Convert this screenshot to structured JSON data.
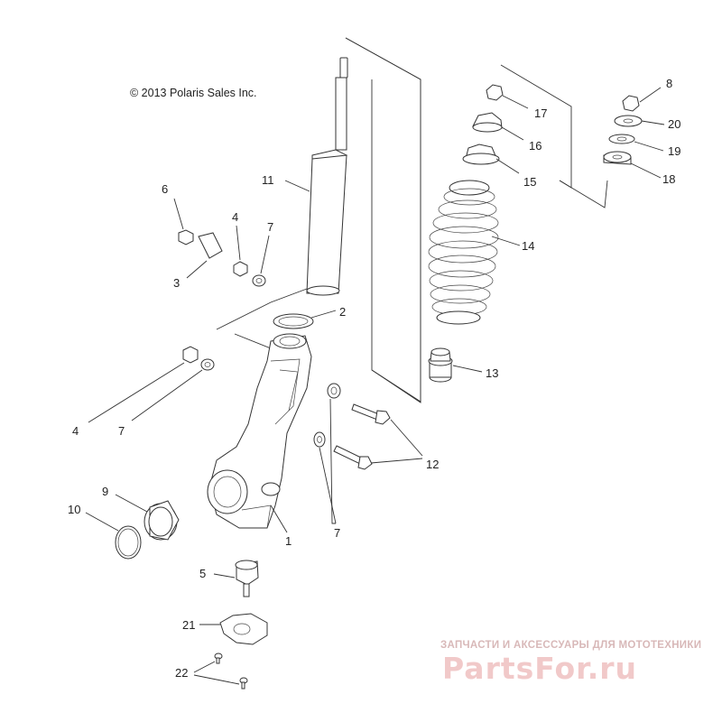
{
  "copyright": "© 2013 Polaris Sales Inc.",
  "watermark": {
    "tagline": "ЗАПЧАСТИ И АКСЕССУАРЫ ДЛЯ МОТОТЕХНИКИ",
    "brand": "PartsFor.ru"
  },
  "callouts": {
    "c1": "1",
    "c2": "2",
    "c3": "3",
    "c4a": "4",
    "c4b": "4",
    "c5": "5",
    "c6": "6",
    "c7a": "7",
    "c7b": "7",
    "c7c": "7",
    "c8": "8",
    "c9": "9",
    "c10": "10",
    "c11": "11",
    "c12": "12",
    "c13": "13",
    "c14": "14",
    "c15": "15",
    "c16": "16",
    "c17": "17",
    "c18": "18",
    "c19": "19",
    "c20": "20",
    "c21": "21",
    "c22": "22"
  }
}
